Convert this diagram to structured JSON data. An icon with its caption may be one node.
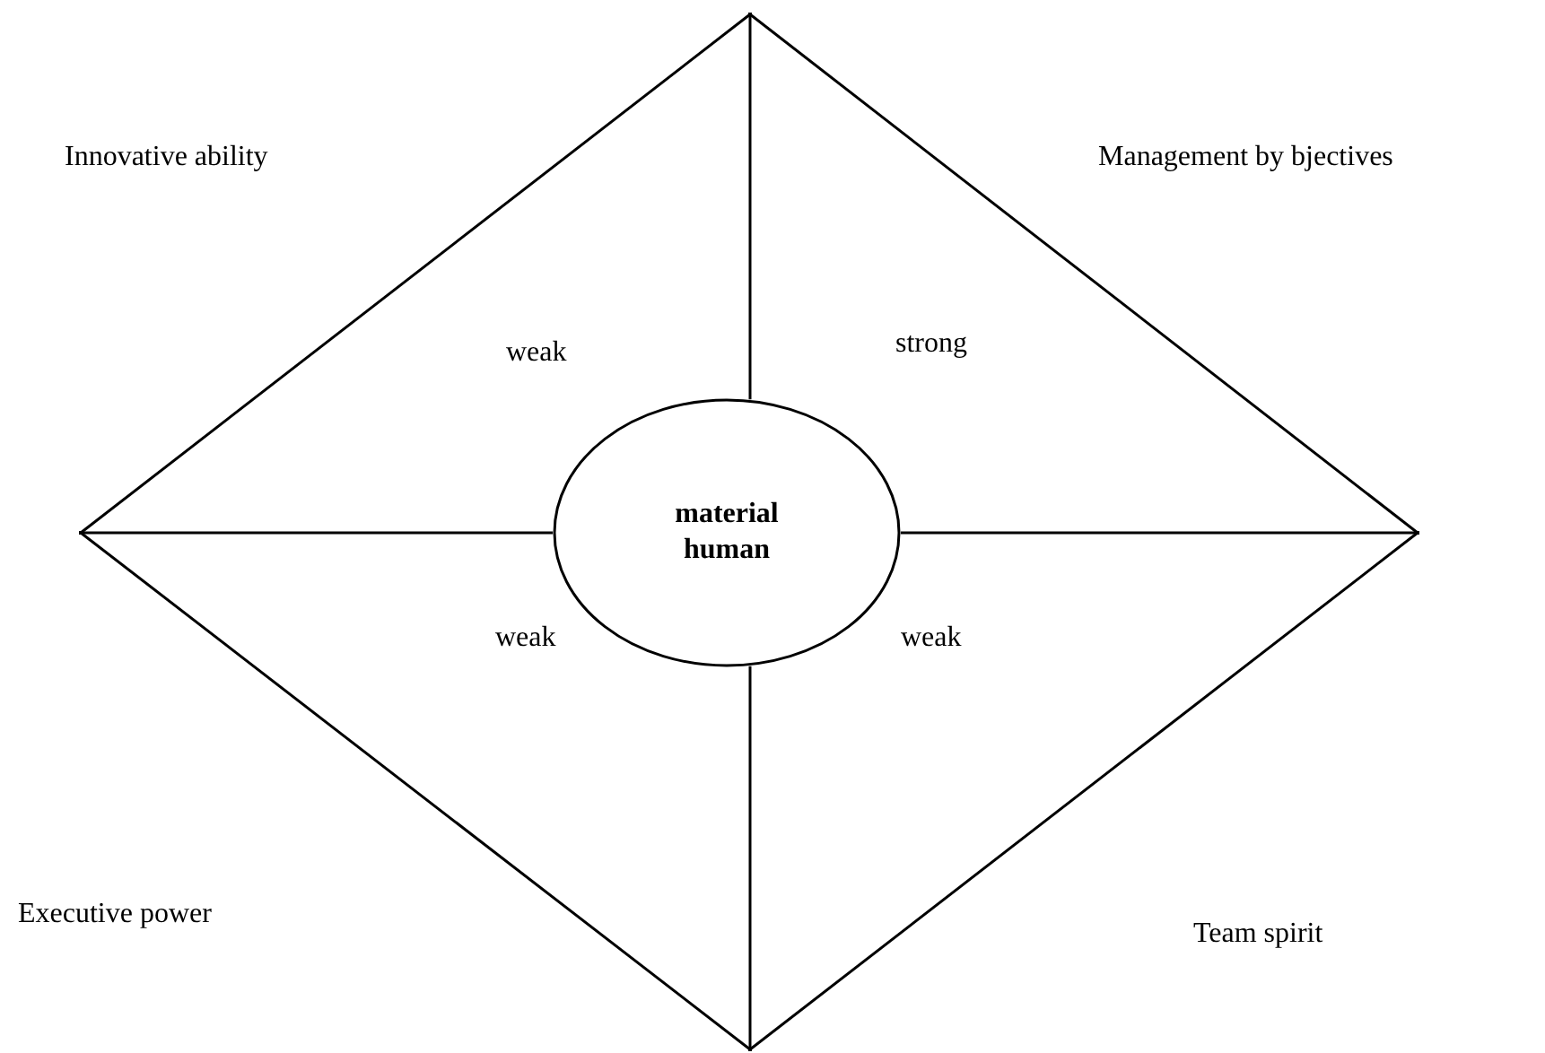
{
  "diagram": {
    "nodes": [
      {
        "text": [
          "material human"
        ]
      },
      {
        "text": [],
        "shape": "point"
      },
      {
        "text": [],
        "shape": "point"
      },
      {
        "text": [],
        "shape": "point"
      },
      {
        "text": [],
        "shape": "point"
      }
    ],
    "edges": [
      {
        "from": 0,
        "to": 1,
        "arrow": "none"
      },
      {
        "from": 0,
        "to": 2,
        "arrow": "none"
      },
      {
        "from": 0,
        "to": 3,
        "arrow": "none"
      },
      {
        "from": 0,
        "to": 4,
        "arrow": "none"
      },
      {
        "from": 1,
        "to": 3,
        "arrow": "none"
      },
      {
        "from": 3,
        "to": 4,
        "arrow": "none"
      },
      {
        "from": 4,
        "to": 2,
        "arrow": "none"
      },
      {
        "from": 2,
        "to": 1,
        "arrow": "none"
      }
    ],
    "labels": [
      "Innovative ability",
      "Management by bjectives",
      "weak",
      "strong",
      "weak",
      "weak",
      "Executive power",
      "Team spirit"
    ]
  }
}
